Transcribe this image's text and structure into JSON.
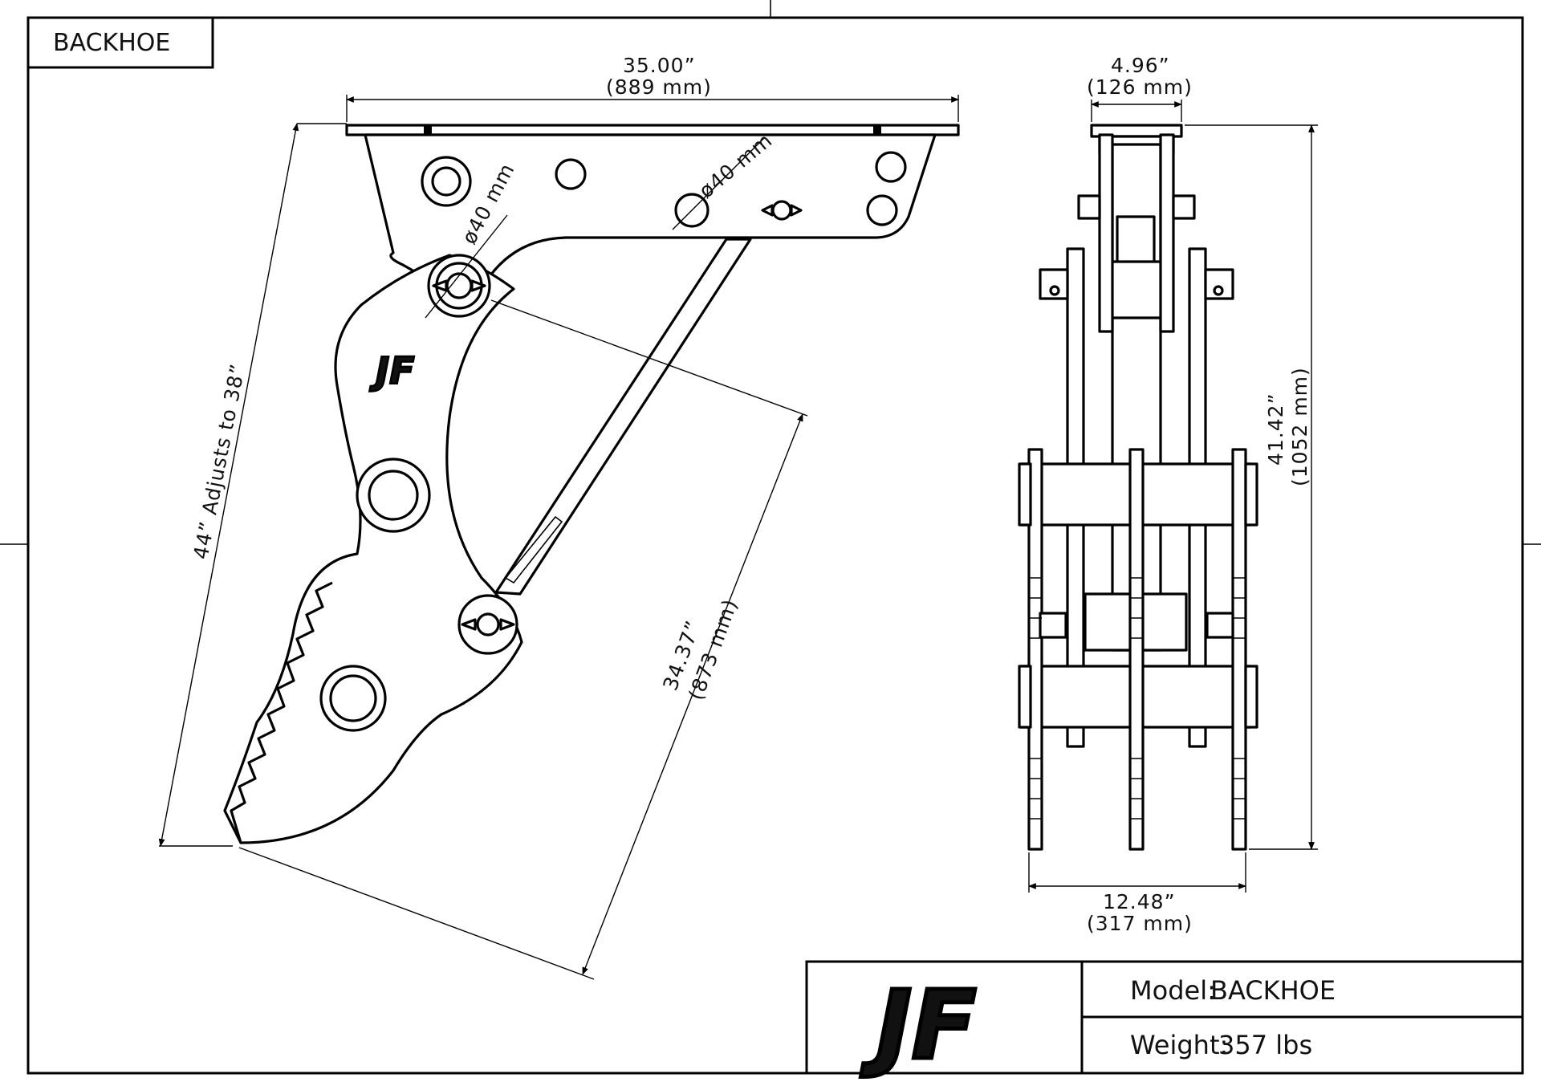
{
  "sheet": {
    "tag": "BACKHOE"
  },
  "side_view": {
    "top_width": "35.00”",
    "top_width_mm": "(889 mm)",
    "pin_dia_1": "ø40 mm",
    "pin_dia_2": "ø40 mm",
    "overall_length": "44” Adjusts to 38”",
    "lower_length": "34.37”",
    "lower_length_mm": "(873 mm)",
    "logo_text": "JF"
  },
  "front_view": {
    "top_width": "4.96”",
    "top_width_mm": "(126 mm)",
    "height": "41.42”",
    "height_mm": "(1052 mm)",
    "bottom_width": "12.48”",
    "bottom_width_mm": "(317 mm)"
  },
  "title_block": {
    "logo": "JF",
    "model_label": "Model:",
    "model_value": "BACKHOE",
    "weight_label": "Weight:",
    "weight_value": "357 lbs"
  }
}
